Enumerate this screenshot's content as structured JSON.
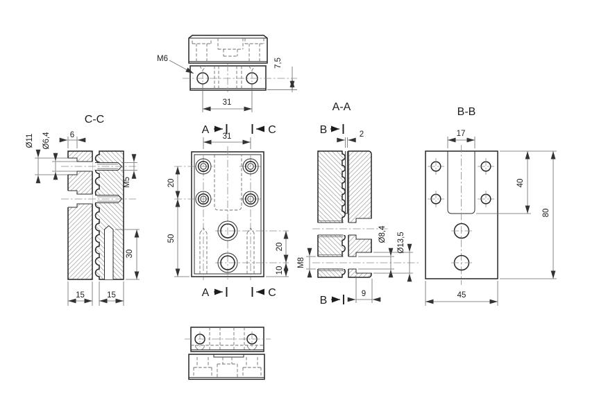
{
  "page": {
    "background": "#ffffff",
    "line_color": "#242424"
  },
  "drawing": {
    "top_view": {
      "thread_label": "M6",
      "dim_hole_spacing": "31",
      "dim_depth": "7,5"
    },
    "front_view": {
      "cut_label_a": "A",
      "cut_label_c": "C",
      "dim_hole_spacing": "31",
      "dim_row_spacing": "20",
      "dim_lower_height": "50",
      "dim_big_hole_spacing": "20",
      "dim_bottom_offset": "10"
    },
    "section_cc": {
      "title": "C-C",
      "dim_counterbore_dia": "Ø11",
      "dim_hole_dia": "Ø6,4",
      "dim_counterbore_depth": "6",
      "dim_thread": "M5",
      "dim_slot_depth": "30",
      "dim_left_plate_width": "15",
      "dim_right_plate_width": "15"
    },
    "section_aa": {
      "title": "A-A",
      "cut_label_b": "B",
      "dim_gap": "2",
      "dim_thread": "M8",
      "dim_hole_dia": "Ø8,4",
      "dim_counterbore_dia": "Ø13,5",
      "dim_counterbore_depth": "9"
    },
    "section_bb": {
      "title": "B-B",
      "dim_slot_width": "17",
      "dim_slot_depth": "40",
      "dim_height": "80",
      "dim_width": "45"
    }
  }
}
